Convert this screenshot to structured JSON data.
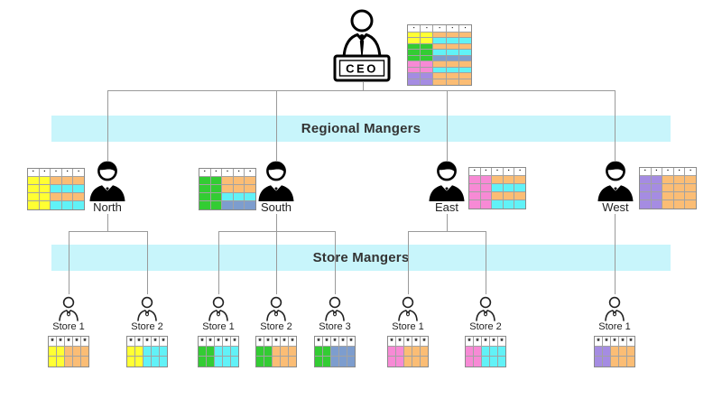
{
  "colors": {
    "yellow": "#ffff33",
    "green": "#33cc33",
    "pink": "#f78ad5",
    "purple": "#a58ce2",
    "orange": "#fbbd75",
    "cyan": "#61f2f7",
    "slate": "#7d9dce",
    "band": "#c8f5fb",
    "line": "#9a9a9a"
  },
  "icons": {
    "ceo": "person-with-ceo-plaque",
    "manager": "business-person-silhouette",
    "store": "person-outline"
  },
  "bands": {
    "regional": "Regional Mangers",
    "store": "Store Mangers"
  },
  "ceo": {
    "label": "CEO",
    "table": {
      "cols": 5,
      "header": "▪",
      "rows": [
        [
          "yellow",
          "yellow",
          "orange",
          "orange",
          "orange"
        ],
        [
          "yellow",
          "yellow",
          "cyan",
          "cyan",
          "cyan"
        ],
        [
          "green",
          "green",
          "orange",
          "orange",
          "orange"
        ],
        [
          "green",
          "green",
          "cyan",
          "cyan",
          "cyan"
        ],
        [
          "green",
          "green",
          "slate",
          "slate",
          "slate"
        ],
        [
          "pink",
          "pink",
          "orange",
          "orange",
          "orange"
        ],
        [
          "pink",
          "pink",
          "cyan",
          "cyan",
          "cyan"
        ],
        [
          "purple",
          "purple",
          "orange",
          "orange",
          "orange"
        ],
        [
          "purple",
          "purple",
          "orange",
          "orange",
          "orange"
        ]
      ]
    }
  },
  "managers": [
    {
      "name": "North",
      "table": {
        "cols": 5,
        "header": "▪",
        "rows": [
          [
            "yellow",
            "yellow",
            "orange",
            "orange",
            "orange"
          ],
          [
            "yellow",
            "yellow",
            "cyan",
            "cyan",
            "cyan"
          ],
          [
            "yellow",
            "yellow",
            "orange",
            "orange",
            "orange"
          ],
          [
            "yellow",
            "yellow",
            "cyan",
            "cyan",
            "cyan"
          ]
        ]
      }
    },
    {
      "name": "South",
      "table": {
        "cols": 5,
        "header": "▪",
        "rows": [
          [
            "green",
            "green",
            "orange",
            "orange",
            "orange"
          ],
          [
            "green",
            "green",
            "orange",
            "orange",
            "orange"
          ],
          [
            "green",
            "green",
            "cyan",
            "cyan",
            "cyan"
          ],
          [
            "green",
            "green",
            "slate",
            "slate",
            "slate"
          ]
        ]
      }
    },
    {
      "name": "East",
      "table": {
        "cols": 5,
        "header": "▪",
        "rows": [
          [
            "pink",
            "pink",
            "orange",
            "orange",
            "orange"
          ],
          [
            "pink",
            "pink",
            "cyan",
            "cyan",
            "cyan"
          ],
          [
            "pink",
            "pink",
            "orange",
            "orange",
            "orange"
          ],
          [
            "pink",
            "pink",
            "cyan",
            "cyan",
            "cyan"
          ]
        ]
      }
    },
    {
      "name": "West",
      "table": {
        "cols": 5,
        "header": "▪",
        "rows": [
          [
            "purple",
            "purple",
            "orange",
            "orange",
            "orange"
          ],
          [
            "purple",
            "purple",
            "orange",
            "orange",
            "orange"
          ],
          [
            "purple",
            "purple",
            "orange",
            "orange",
            "orange"
          ],
          [
            "purple",
            "purple",
            "orange",
            "orange",
            "orange"
          ]
        ]
      }
    }
  ],
  "stores": [
    {
      "name": "Store 1",
      "region": "North",
      "table": {
        "cols": 5,
        "header": "*",
        "rows": [
          [
            "yellow",
            "yellow",
            "orange",
            "orange",
            "orange"
          ],
          [
            "yellow",
            "yellow",
            "orange",
            "orange",
            "orange"
          ]
        ]
      }
    },
    {
      "name": "Store 2",
      "region": "North",
      "table": {
        "cols": 5,
        "header": "*",
        "rows": [
          [
            "yellow",
            "yellow",
            "cyan",
            "cyan",
            "cyan"
          ],
          [
            "yellow",
            "yellow",
            "cyan",
            "cyan",
            "cyan"
          ]
        ]
      }
    },
    {
      "name": "Store 1",
      "region": "South",
      "table": {
        "cols": 5,
        "header": "*",
        "rows": [
          [
            "green",
            "green",
            "cyan",
            "cyan",
            "cyan"
          ],
          [
            "green",
            "green",
            "cyan",
            "cyan",
            "cyan"
          ]
        ]
      }
    },
    {
      "name": "Store 2",
      "region": "South",
      "table": {
        "cols": 5,
        "header": "*",
        "rows": [
          [
            "green",
            "green",
            "orange",
            "orange",
            "orange"
          ],
          [
            "green",
            "green",
            "orange",
            "orange",
            "orange"
          ]
        ]
      }
    },
    {
      "name": "Store 3",
      "region": "South",
      "table": {
        "cols": 5,
        "header": "*",
        "rows": [
          [
            "green",
            "green",
            "slate",
            "slate",
            "slate"
          ],
          [
            "green",
            "green",
            "slate",
            "slate",
            "slate"
          ]
        ]
      }
    },
    {
      "name": "Store 1",
      "region": "East",
      "table": {
        "cols": 5,
        "header": "*",
        "rows": [
          [
            "pink",
            "pink",
            "orange",
            "orange",
            "orange"
          ],
          [
            "pink",
            "pink",
            "orange",
            "orange",
            "orange"
          ]
        ]
      }
    },
    {
      "name": "Store 2",
      "region": "East",
      "table": {
        "cols": 5,
        "header": "*",
        "rows": [
          [
            "pink",
            "pink",
            "cyan",
            "cyan",
            "cyan"
          ],
          [
            "pink",
            "pink",
            "cyan",
            "cyan",
            "cyan"
          ]
        ]
      }
    },
    {
      "name": "Store 1",
      "region": "West",
      "table": {
        "cols": 5,
        "header": "*",
        "rows": [
          [
            "purple",
            "purple",
            "orange",
            "orange",
            "orange"
          ],
          [
            "purple",
            "purple",
            "orange",
            "orange",
            "orange"
          ]
        ]
      }
    }
  ]
}
